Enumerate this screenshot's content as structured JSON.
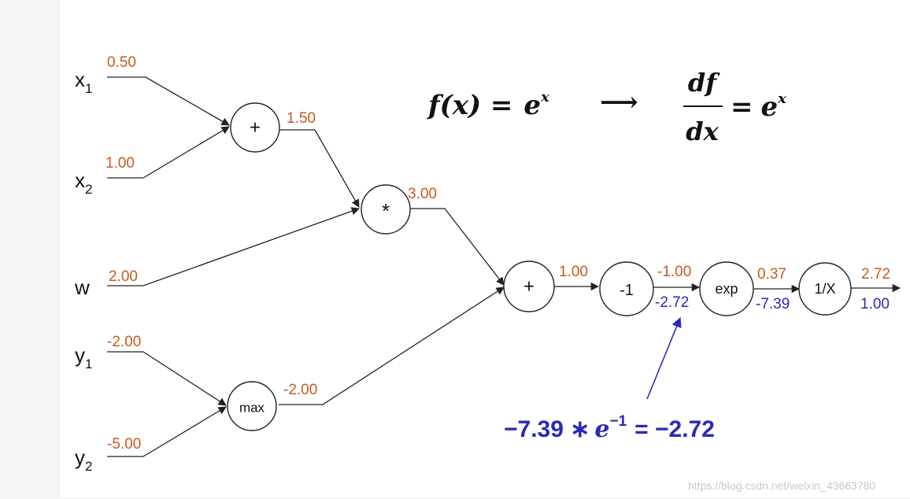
{
  "inputs": {
    "x1": {
      "name": "x",
      "sub": "1",
      "value": "0.50"
    },
    "x2": {
      "name": "x",
      "sub": "2",
      "value": "1.00"
    },
    "w": {
      "name": "w",
      "value": "2.00"
    },
    "y1": {
      "name": "y",
      "sub": "1",
      "value": "-2.00"
    },
    "y2": {
      "name": "y",
      "sub": "2",
      "value": "-5.00"
    }
  },
  "nodes": {
    "add1": {
      "label": "+",
      "out": "1.50"
    },
    "mul": {
      "label": "*",
      "out": "3.00"
    },
    "max": {
      "label": "max",
      "out": "-2.00"
    },
    "add2": {
      "label": "+",
      "out": "1.00"
    },
    "neg": {
      "label": "-1",
      "out": "-1.00",
      "grad": "-2.72"
    },
    "exp": {
      "label": "exp",
      "out": "0.37",
      "grad": "-7.39"
    },
    "inv": {
      "label": "1/X",
      "out": "2.72",
      "grad": "1.00"
    }
  },
  "formula": {
    "lhs": "f(x) =",
    "base": "e",
    "exp": "x",
    "arrow": "⟶",
    "num": "df",
    "den": "dx",
    "eq": "=",
    "rbase": "e",
    "rexp": "x"
  },
  "chain_rule": {
    "left": "−7.39 ∗",
    "base": "e",
    "exp": "−1",
    "right": "= −2.72"
  },
  "watermark": "https://blog.csdn.net/weixin_43663780",
  "colors": {
    "forward": "#c65a1e",
    "backward": "#2a2ab8",
    "panel": "#ffffff",
    "frame": "#f4f4f4"
  }
}
